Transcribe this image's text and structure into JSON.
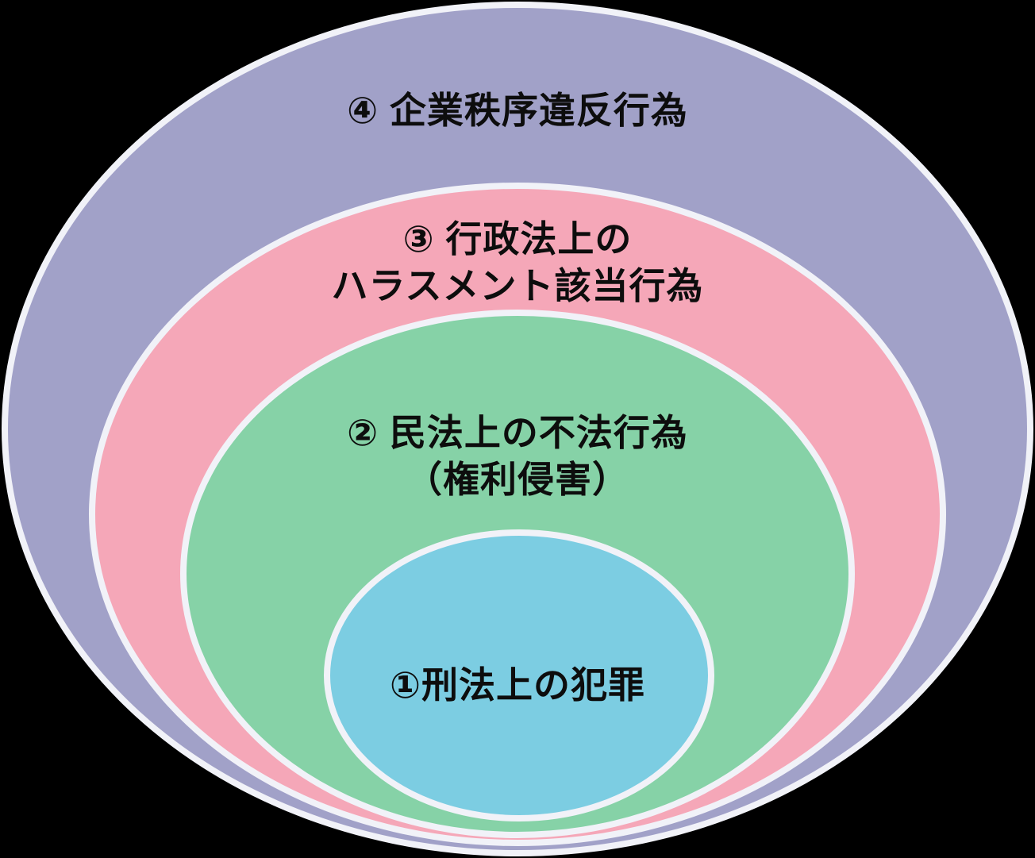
{
  "diagram": {
    "background_color": "#000000",
    "outline_color": "#f1f2f8",
    "text_color": "#0d0d0d",
    "rings": [
      {
        "level": "4",
        "label_lines": [
          "④ 企業秩序違反行為"
        ],
        "fill_color": "#a1a1c8"
      },
      {
        "level": "3",
        "label_lines": [
          "③ 行政法上の",
          "ハラスメント該当行為"
        ],
        "fill_color": "#f5a7b8"
      },
      {
        "level": "2",
        "label_lines": [
          "② 民法上の不法行為",
          "（権利侵害）"
        ],
        "fill_color": "#86d2a7"
      },
      {
        "level": "1",
        "label_lines": [
          "①刑法上の犯罪"
        ],
        "fill_color": "#7ccde2"
      }
    ]
  }
}
